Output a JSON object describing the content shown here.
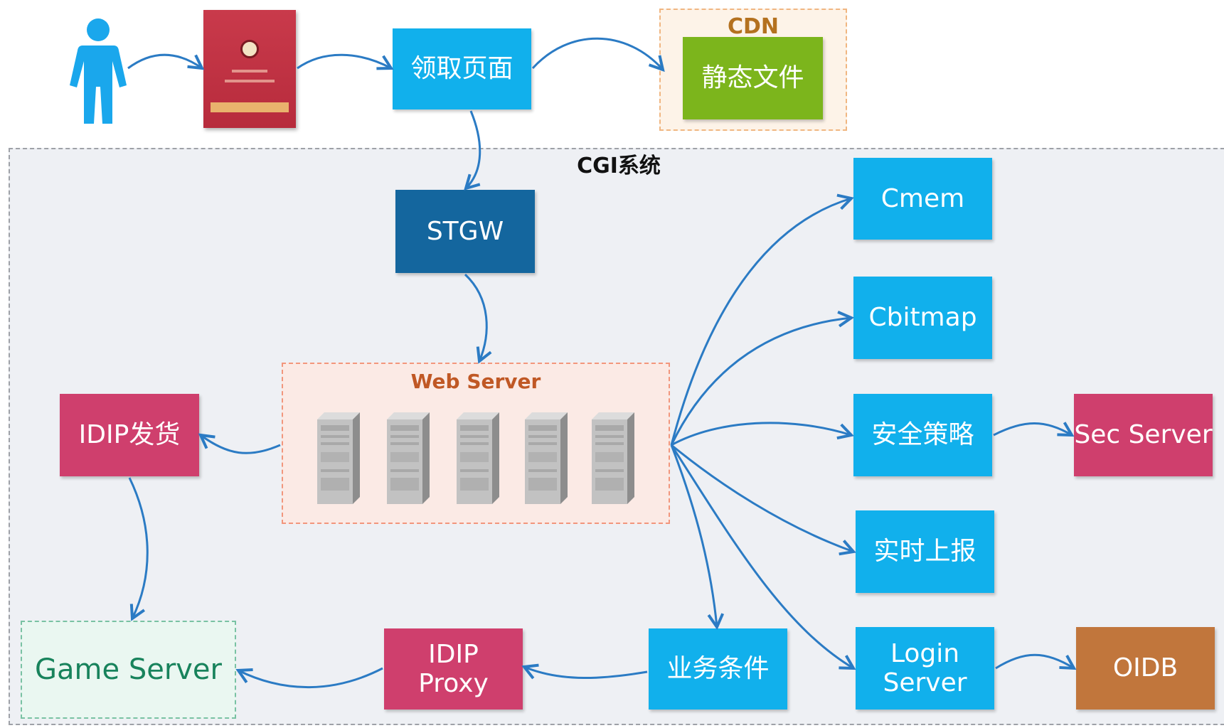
{
  "groups": {
    "cdn": "CDN",
    "cgi_system": "CGI系统",
    "web_server": "Web Server",
    "game_server": "Game Server"
  },
  "nodes": {
    "claim_page": "领取页面",
    "static_files": "静态文件",
    "stgw": "STGW",
    "cmem": "Cmem",
    "cbitmap": "Cbitmap",
    "security_policy": "安全策略",
    "sec_server": "Sec Server",
    "realtime_report": "实时上报",
    "login_server_line1": "Login",
    "login_server_line2": "Server",
    "oidb": "OIDB",
    "business_conditions": "业务条件",
    "idip_proxy_line1": "IDIP",
    "idip_proxy_line2": "Proxy",
    "idip_delivery": "IDIP发货"
  },
  "icons": {
    "user": "person-icon",
    "coupon": "gift-card-icon",
    "server": "server-rack-icon"
  },
  "colors": {
    "blue_node": "#11b0ec",
    "stgw": "#14669e",
    "idip_node": "#cf3f6d",
    "oidb": "#c1763c",
    "static_files": "#7cb51c",
    "arrow": "#2b7bc4"
  }
}
